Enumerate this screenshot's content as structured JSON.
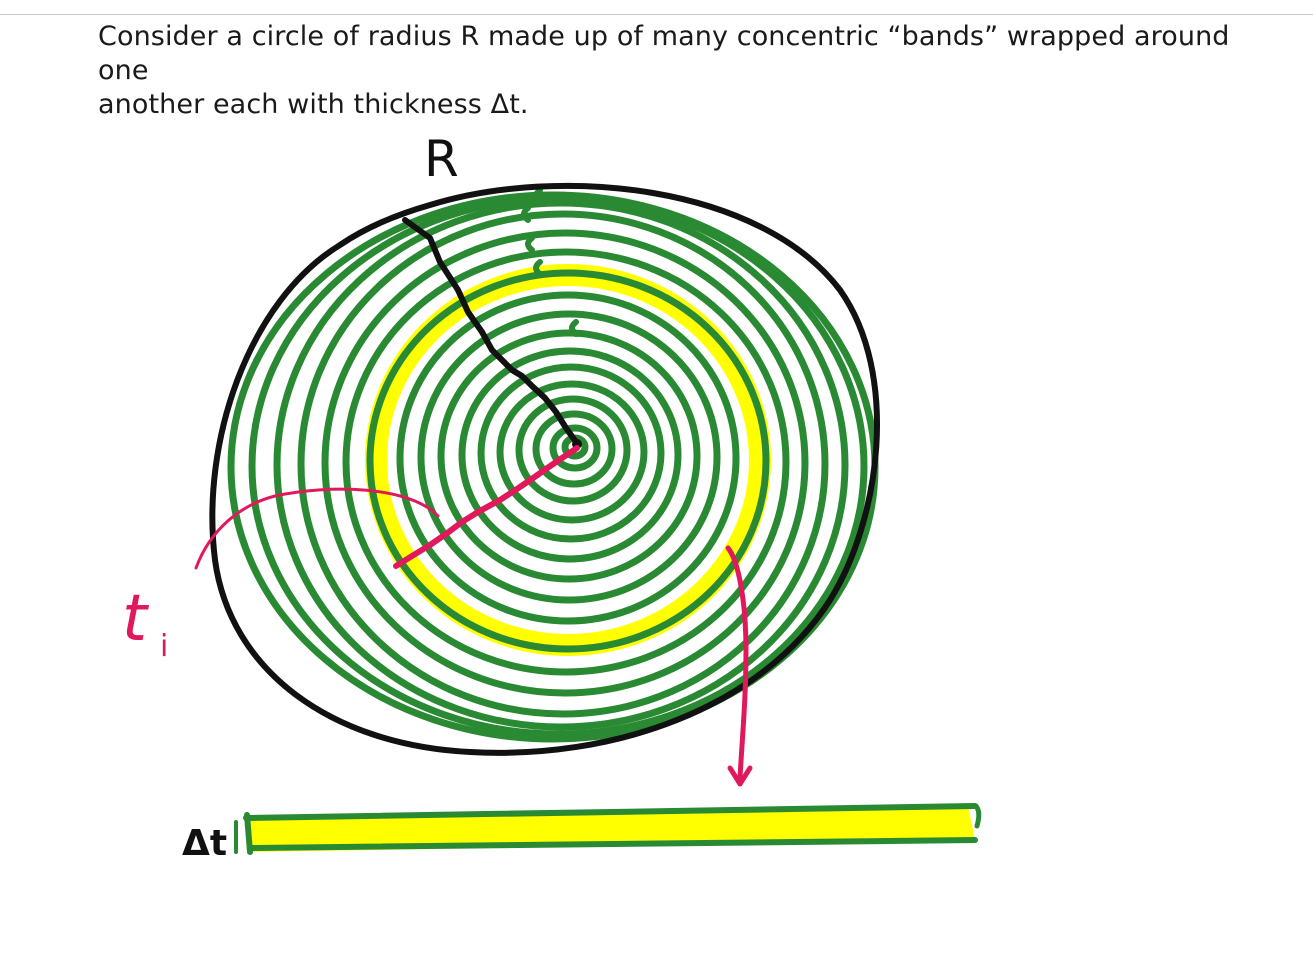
{
  "caption": {
    "line1": "Consider a circle of radius R made up of many concentric “bands” wrapped around one",
    "line2": "another each with thickness Δt."
  },
  "labels": {
    "radius": "R",
    "band_radius": "t",
    "band_radius_subscript": "i",
    "thickness": "Δt"
  },
  "colors": {
    "outline": "#111111",
    "band_stroke": "#2a8a33",
    "highlight": "#ffff00",
    "annotation": "#e0195c",
    "text": "#1a1a1a"
  }
}
